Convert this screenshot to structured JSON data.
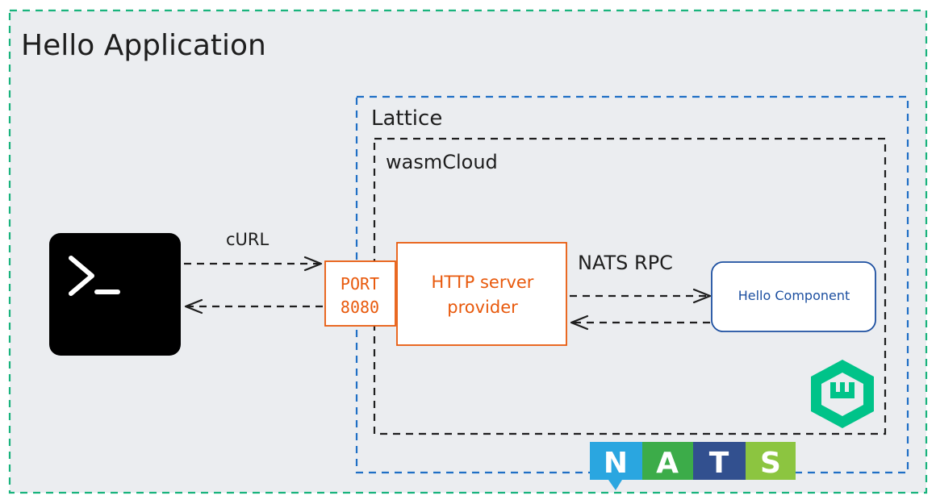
{
  "application": {
    "title": "Hello Application"
  },
  "lattice": {
    "label": "Lattice"
  },
  "wasmcloud": {
    "label": "wasmCloud"
  },
  "terminal": {
    "icon": "terminal-prompt-icon"
  },
  "edges": {
    "curl_label": "cURL",
    "nats_rpc_label": "NATS RPC"
  },
  "port": {
    "line1": "PORT",
    "line2": "8080"
  },
  "http_provider": {
    "line1": "HTTP server",
    "line2": "provider"
  },
  "component": {
    "label": "Hello Component"
  },
  "nats_logo": {
    "letters": [
      "N",
      "A",
      "T",
      "S"
    ]
  },
  "wasmcloud_logo": {
    "icon": "wasmcloud-logo-icon"
  },
  "colors": {
    "background": "#ebedf0",
    "application_border": "#19b37d",
    "lattice_border": "#1f6fc5",
    "wasmcloud_border": "#1e1e1e",
    "provider_orange": "#e8590c",
    "component_blue": "#1c4fa0",
    "terminal_black": "#000000",
    "nats_n": "#2aa6e0",
    "nats_a": "#3cac49",
    "nats_t": "#32508f",
    "nats_s": "#8cc540",
    "wasmcloud_green": "#00c389"
  }
}
